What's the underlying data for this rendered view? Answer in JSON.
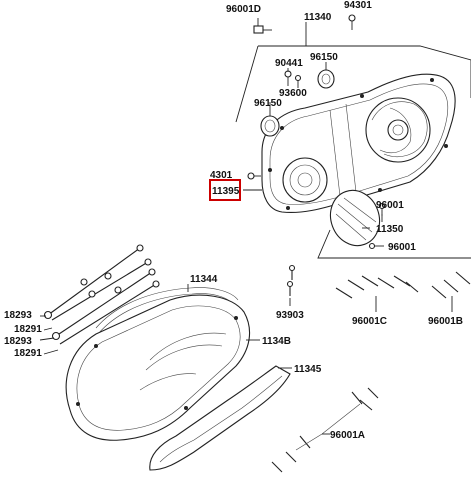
{
  "labels": {
    "p96001D": "96001D",
    "p94301_top": "94301",
    "p11340": "11340",
    "p90441": "90441",
    "p96150_a": "96150",
    "p93600": "93600",
    "p96150_b": "96150",
    "p94301_side": "4301",
    "p11395": "11395",
    "p96001_a": "96001",
    "p11350": "11350",
    "p96001_b": "96001",
    "p11344": "11344",
    "p18293_a": "18293",
    "p18291_a": "18291",
    "p18293_b": "18293",
    "p18291_b": "18291",
    "p93903": "93903",
    "p1134B": "1134B",
    "p96001C": "96001C",
    "p96001B": "96001B",
    "p11345": "11345",
    "p96001A": "96001A"
  },
  "colors": {
    "highlight": "#cc0000",
    "line": "#222222"
  }
}
